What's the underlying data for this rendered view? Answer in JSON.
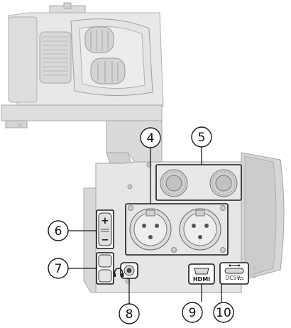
{
  "callouts": [
    {
      "id": "4",
      "label": "④"
    },
    {
      "id": "5",
      "label": "⑤"
    },
    {
      "id": "6",
      "label": "⑥"
    },
    {
      "id": "7",
      "label": "⑦"
    },
    {
      "id": "8",
      "label": "⑧"
    },
    {
      "id": "9",
      "label": "⑨"
    },
    {
      "id": "10",
      "label": "⑩"
    }
  ],
  "ports": {
    "hdmi_label": "HDMI",
    "usb_label": "DC5V",
    "usb_symbol": "usb-icon",
    "headphone_symbol": "headphone-icon"
  },
  "volume_controls": {
    "plus": "+",
    "minus": "−"
  },
  "colors": {
    "outline": "#1a1a1a",
    "body_light": "#e6e6e6",
    "body_mid": "#cfcfcf",
    "body_dark": "#b5b5b5"
  }
}
